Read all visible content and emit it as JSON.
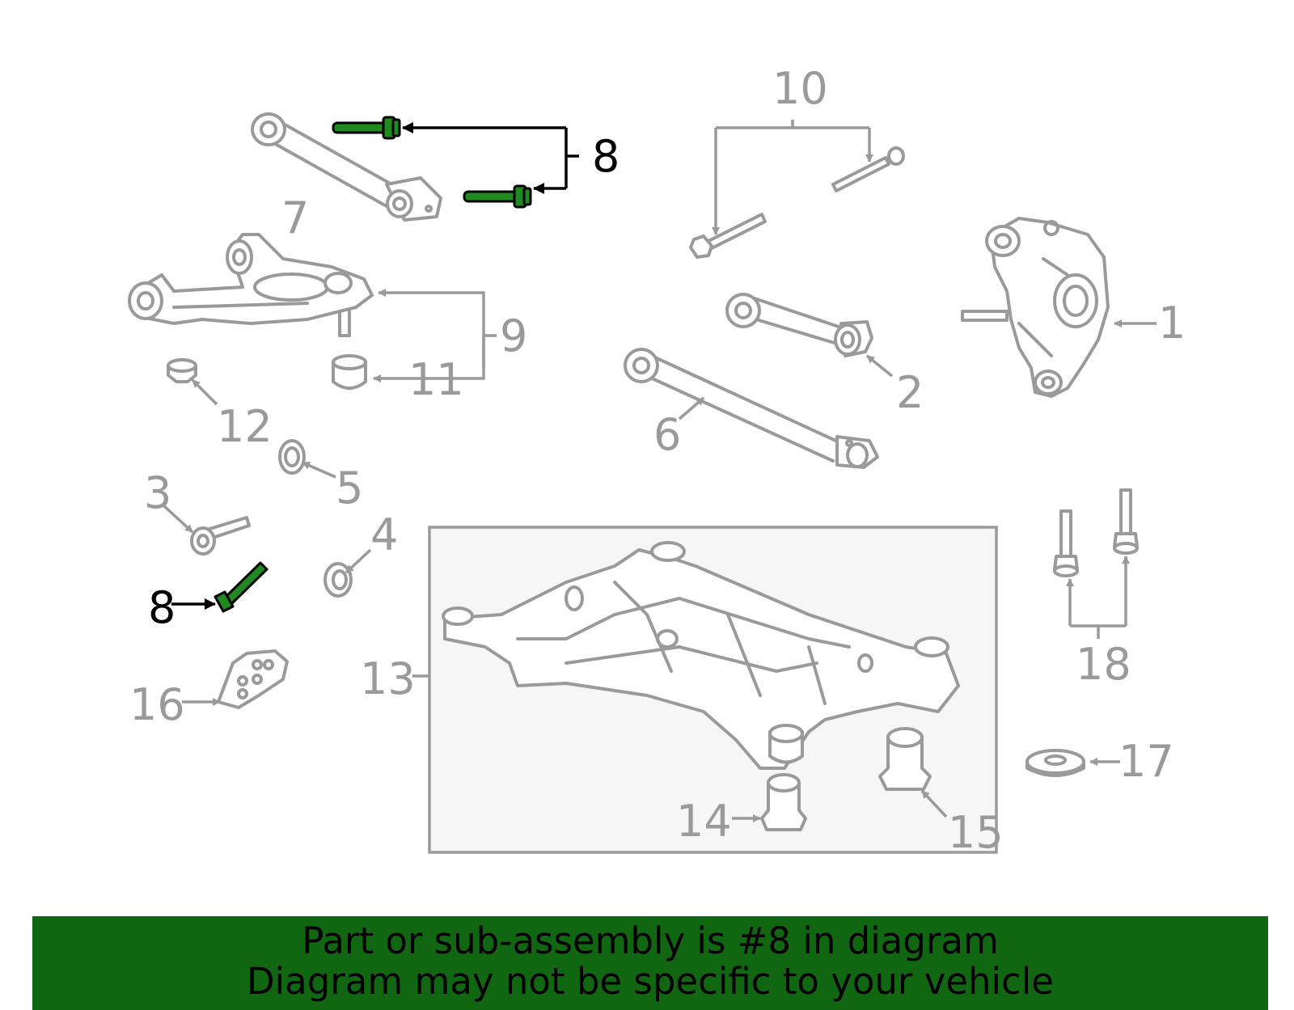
{
  "diagram": {
    "highlighted_part": "8",
    "callouts": {
      "c1": "1",
      "c2": "2",
      "c3": "3",
      "c4": "4",
      "c5": "5",
      "c6": "6",
      "c7": "7",
      "c8a": "8",
      "c8b": "8",
      "c9": "9",
      "c10": "10",
      "c11": "11",
      "c12": "12",
      "c13": "13",
      "c14": "14",
      "c15": "15",
      "c16": "16",
      "c17": "17",
      "c18": "18"
    },
    "colors": {
      "part_outline": "#9a9a9a",
      "highlight_part": "#1f8a1f",
      "highlight_label": "#000000",
      "subframe_box_fill": "#f6f6f6"
    }
  },
  "banner": {
    "line1": "Part or sub-assembly is #8 in diagram",
    "line2": "Diagram may not be specific to your vehicle",
    "background": "#116611"
  }
}
